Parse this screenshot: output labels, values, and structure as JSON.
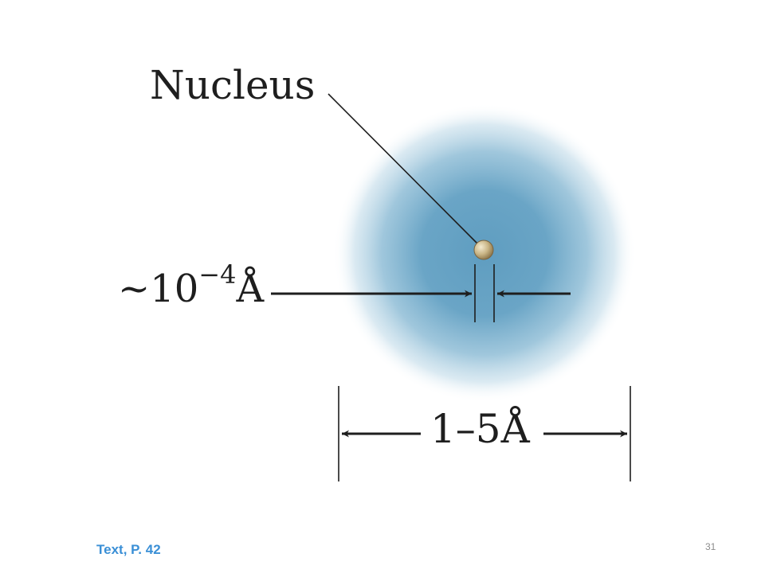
{
  "diagram": {
    "nucleus_label": "Nucleus",
    "nucleus_size": {
      "prefix": "~10",
      "exponent": "−4",
      "unit": "Å"
    },
    "atom_size": "1–5Å"
  },
  "footer": {
    "source": "Text, P. 42",
    "page_number": "31"
  },
  "colors": {
    "electron_cloud": "#5f9dc0",
    "nucleus": "#c9b586",
    "source_text": "#3a8fd6"
  }
}
